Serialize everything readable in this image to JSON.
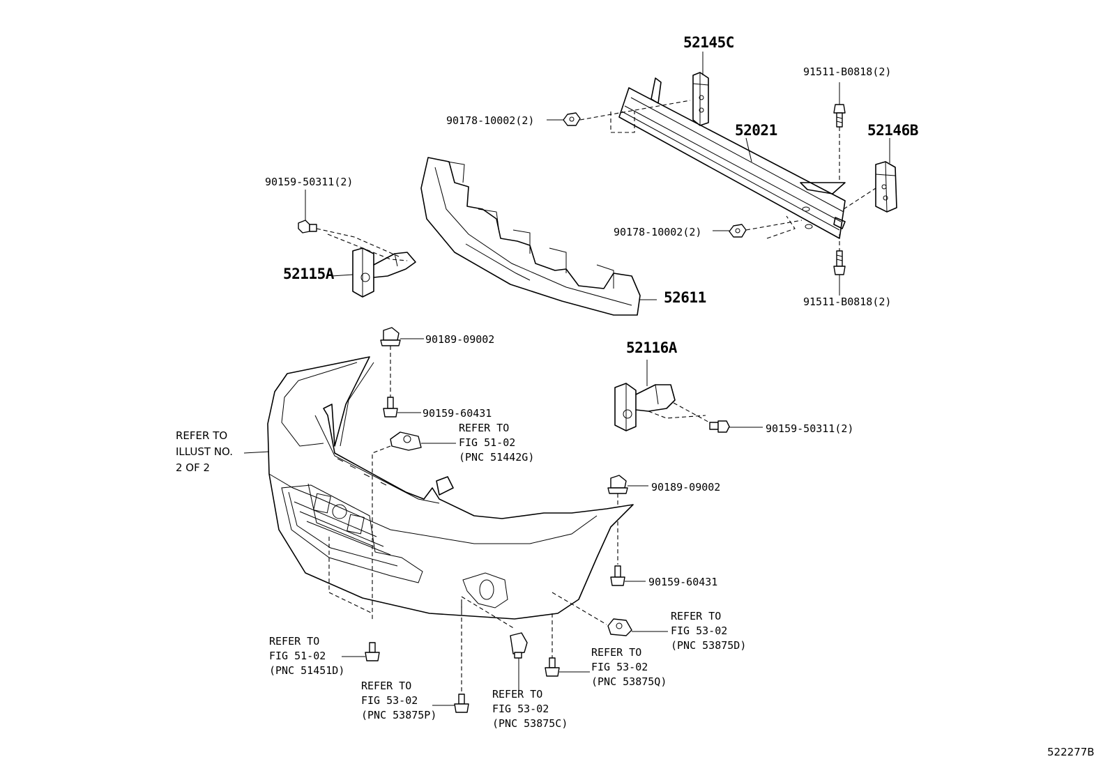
{
  "parts": {
    "p52145C": "52145C",
    "p91511_top": "91511-B0818(2)",
    "p90178_top": "90178-10002(2)",
    "p52021": "52021",
    "p52146B": "52146B",
    "p90159_50311_left": "90159-50311(2)",
    "p90178_mid": "90178-10002(2)",
    "p52115A": "52115A",
    "p52611": "52611",
    "p91511_bottom": "91511-B0818(2)",
    "p90189_upper": "90189-09002",
    "p52116A": "52116A",
    "p90159_60431_upper": "90159-60431",
    "p90159_50311_right": "90159-50311(2)",
    "p90189_lower": "90189-09002",
    "p90159_60431_lower": "90159-60431"
  },
  "refer_illust": {
    "l1": "REFER TO",
    "l2": "ILLUST NO.",
    "l3": "2 OF 2"
  },
  "ref_51442G": {
    "l1": "REFER TO",
    "l2": "FIG 51-02",
    "l3": "(PNC 51442G)"
  },
  "ref_53875D": {
    "l1": "REFER TO",
    "l2": "FIG 53-02",
    "l3": "(PNC 53875D)"
  },
  "ref_51451D": {
    "l1": "REFER TO",
    "l2": "FIG 51-02",
    "l3": "(PNC 51451D)"
  },
  "ref_53875Q": {
    "l1": "REFER TO",
    "l2": "FIG 53-02",
    "l3": "(PNC 53875Q)"
  },
  "ref_53875P": {
    "l1": "REFER TO",
    "l2": "FIG 53-02",
    "l3": "(PNC 53875P)"
  },
  "ref_53875C": {
    "l1": "REFER TO",
    "l2": "FIG 53-02",
    "l3": "(PNC 53875C)"
  },
  "figure_number": "522277B"
}
